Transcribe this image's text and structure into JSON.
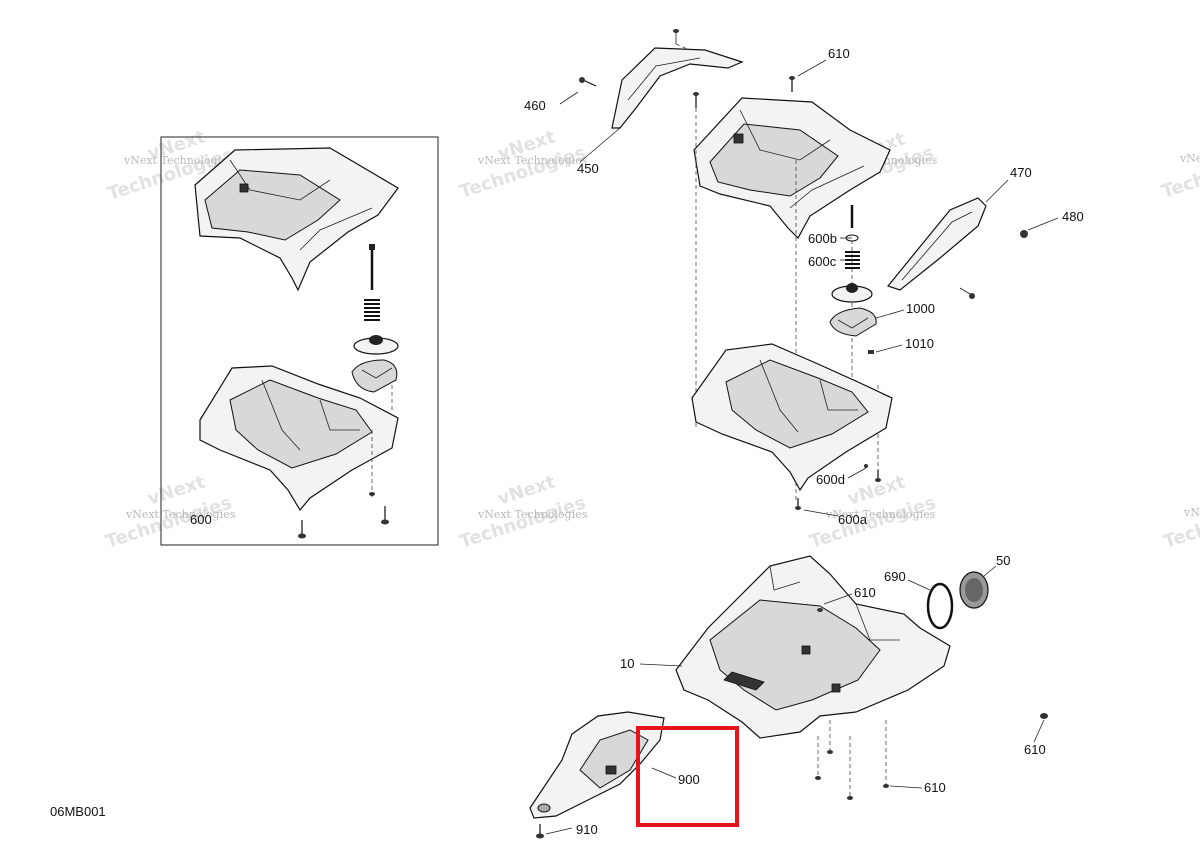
{
  "diagram": {
    "code": "06MB001",
    "callouts": [
      "610",
      "460",
      "450",
      "470",
      "480",
      "600b",
      "600c",
      "1000",
      "1010",
      "600d",
      "600a",
      "600",
      "690",
      "50",
      "10",
      "610",
      "610",
      "610",
      "900",
      "910"
    ],
    "watermark_line1": "vNext Technologies",
    "watermark_line2": "Technologies",
    "watermark_line3": "vNext"
  },
  "highlight": {
    "color": "#e8141c",
    "label": "900"
  },
  "colors": {
    "ink": "#111111",
    "watermark": "#b9b9b9",
    "box": "#e8141c"
  }
}
